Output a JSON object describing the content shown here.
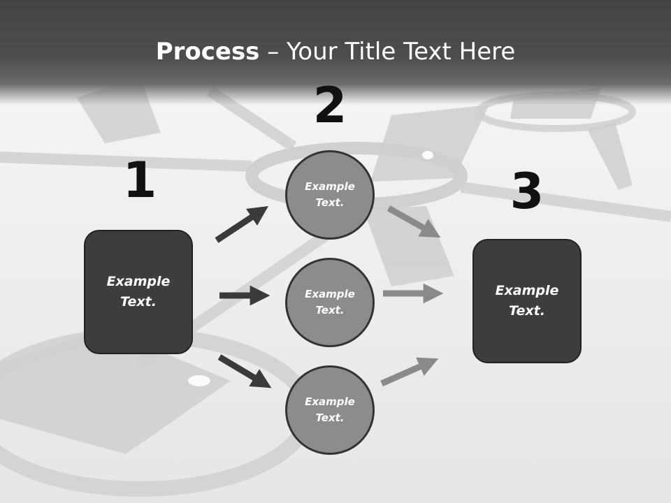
{
  "title": {
    "bold": "Process",
    "rest": " – Your Title Text Here"
  },
  "steps": {
    "one": "1",
    "two": "2",
    "three": "3"
  },
  "left_box": {
    "text": "Example Text."
  },
  "circles": [
    {
      "text": "Example Text."
    },
    {
      "text": "Example Text."
    },
    {
      "text": "Example Text."
    }
  ],
  "right_box": {
    "text": "Example Text."
  },
  "colors": {
    "header": "#444444",
    "box": "#3d3d3d",
    "circle": "#8c8c8c",
    "arrow_dark": "#3a3a3a",
    "arrow_light": "#8a8a8a"
  }
}
